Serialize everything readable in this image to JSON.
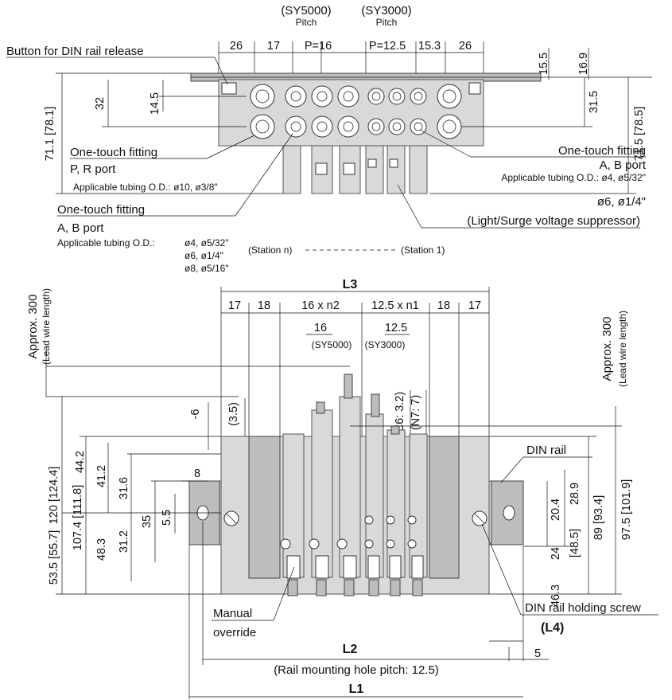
{
  "top_view": {
    "pitch_sy5000": "(SY5000)",
    "pitch_sy3000": "(SY3000)",
    "pitch_word": "Pitch",
    "dims_top": [
      "26",
      "17",
      "P=16",
      "P=12.5",
      "15.3",
      "26"
    ],
    "dim_15_5": "15.5",
    "dim_16_9": "16.9",
    "dim_32": "32",
    "dim_14_5": "14.5",
    "dim_31_5": "31.5",
    "dim_71_1": "71.1 [78.1]",
    "dim_71_5": "71.5 [78.5]",
    "button_label": "Button for DIN rail release",
    "fitting_pr_title": "One-touch fitting",
    "fitting_pr_port": "P, R port",
    "fitting_pr_tubing": "Applicable tubing O.D.: ø10, ø3/8\"",
    "fitting_ab_right_title": "One-touch fitting",
    "fitting_ab_right_port": "A, B port",
    "fitting_ab_right_tubing": "Applicable tubing O.D.: ø4, ø5/32\"",
    "fitting_ab_right_tubing2": "ø6, ø1/4\"",
    "light_label": "(Light/Surge voltage suppressor)",
    "fitting_ab_left_title": "One-touch fitting",
    "fitting_ab_left_port": "A, B port",
    "fitting_ab_left_tubing": "Applicable tubing O.D.:",
    "tubing_opts": [
      "ø4, ø5/32\"",
      "ø6, ø1/4\"",
      "ø8, ø5/16\""
    ],
    "station_n": "(Station n)",
    "station_1": "(Station 1)"
  },
  "front_view": {
    "L3": "L3",
    "dims_row": [
      "17",
      "18",
      "16 x n2",
      "12.5 x n1",
      "18",
      "17"
    ],
    "dim_16": "16",
    "dim_12_5": "12.5",
    "sy5000": "(SY5000)",
    "sy3000": "(SY3000)",
    "approx_left": "Approx. 300",
    "lead_left": "(Lead wire length)",
    "approx_right": "Approx. 300",
    "lead_right": "(Lead wire length)",
    "dim_3_5": "(3.5)",
    "dim_m6": "-6",
    "dim_c6": "(C6: 3.2)",
    "dim_n7": "(N7: 7)",
    "left_dims": [
      "120 [124.4]",
      "107.4 [111.8]",
      "53.5 [55.7]",
      "44.2",
      "41.2",
      "31.6",
      "48.3",
      "31.2",
      "35",
      "5.5",
      "8"
    ],
    "right_dims": [
      "20.4",
      "28.9",
      "24",
      "[48.5]",
      "89 [93.4]",
      "97.5 [101.9]",
      "46.3"
    ],
    "din_rail": "DIN rail",
    "din_screw": "DIN rail holding screw",
    "manual": "Manual",
    "override": "override",
    "L4": "(L4)",
    "dim_5": "5",
    "L2": "L2",
    "rail_pitch": "(Rail mounting hole pitch: 12.5)",
    "L1": "L1"
  }
}
